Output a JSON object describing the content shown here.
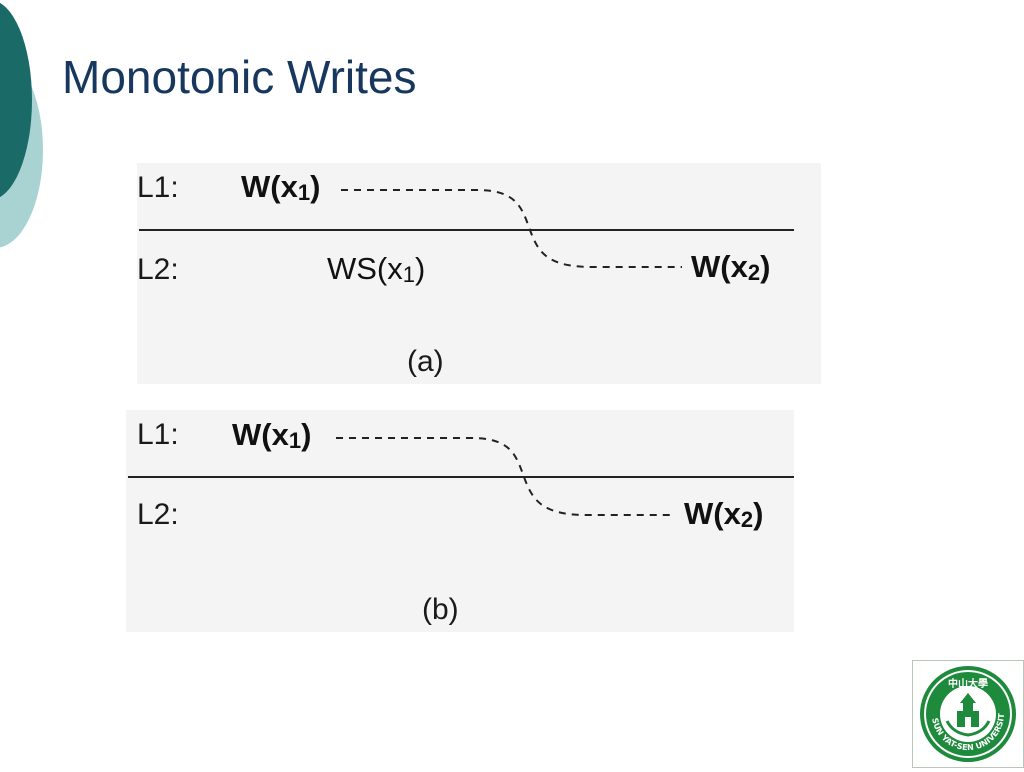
{
  "slide": {
    "title": "Monotonic Writes",
    "accent_colors": {
      "dark_teal": "#1a6b68",
      "light_teal": "#a9d3d3",
      "title_blue": "#17375e",
      "logo_green": "#1e8a3c"
    }
  },
  "diagrams": [
    {
      "caption": "(a)",
      "row1": {
        "label": "L1:",
        "op": "W(x",
        "sub": "1",
        "close": ")"
      },
      "row2": {
        "label": "L2:",
        "ws_op": "WS(x",
        "ws_sub": "1",
        "ws_close": ")",
        "op": "W(x",
        "sub": "2",
        "close": ")"
      }
    },
    {
      "caption": "(b)",
      "row1": {
        "label": "L1:",
        "op": "W(x",
        "sub": "1",
        "close": ")"
      },
      "row2": {
        "label": "L2:",
        "op": "W(x",
        "sub": "2",
        "close": ")"
      }
    }
  ],
  "logo": {
    "name": "sun-yat-sen-university-seal",
    "ring_text": "SUN YAT-SEN UNIVERSITY",
    "top_text": "中山大學"
  }
}
